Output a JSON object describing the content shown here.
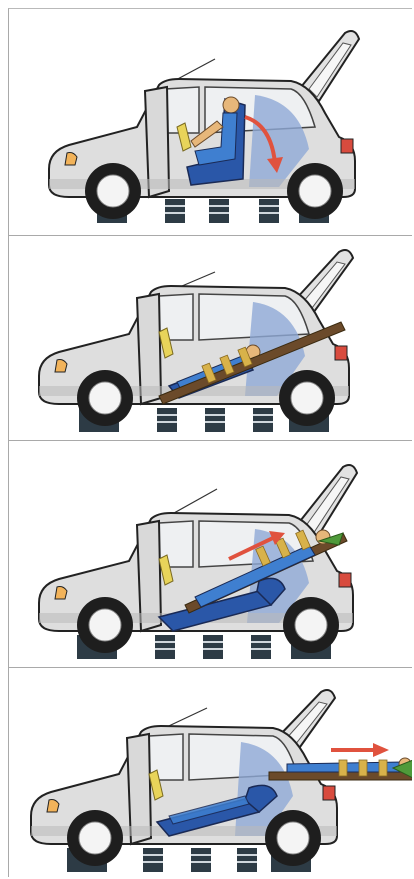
{
  "figure": {
    "kind": "vehicle-extrication-sequence",
    "panel_count": 4,
    "steps": [
      {
        "step": 1,
        "scene": "seated-occupant-rear-door-open"
      },
      {
        "step": 2,
        "scene": "seat-reclined-board-inserted"
      },
      {
        "step": 3,
        "scene": "occupant-slid-onto-board"
      },
      {
        "step": 4,
        "scene": "occupant-removed-through-hatch"
      }
    ],
    "colors": {
      "car_body": "#dedede",
      "car_shadow": "#b9b9b9",
      "outline": "#222222",
      "seat": "#2a57a8",
      "occupant": "#3f7fd0",
      "collar": "#e8d45a",
      "board": "#6b4a2a",
      "straps": "#d8b24a",
      "arrow": "#e0523e",
      "glass": "#eef0f2",
      "interior_blue": "#8fa9d6"
    },
    "icons": [
      "arrow-icon",
      "car-icon",
      "jack-stand-icon"
    ]
  }
}
